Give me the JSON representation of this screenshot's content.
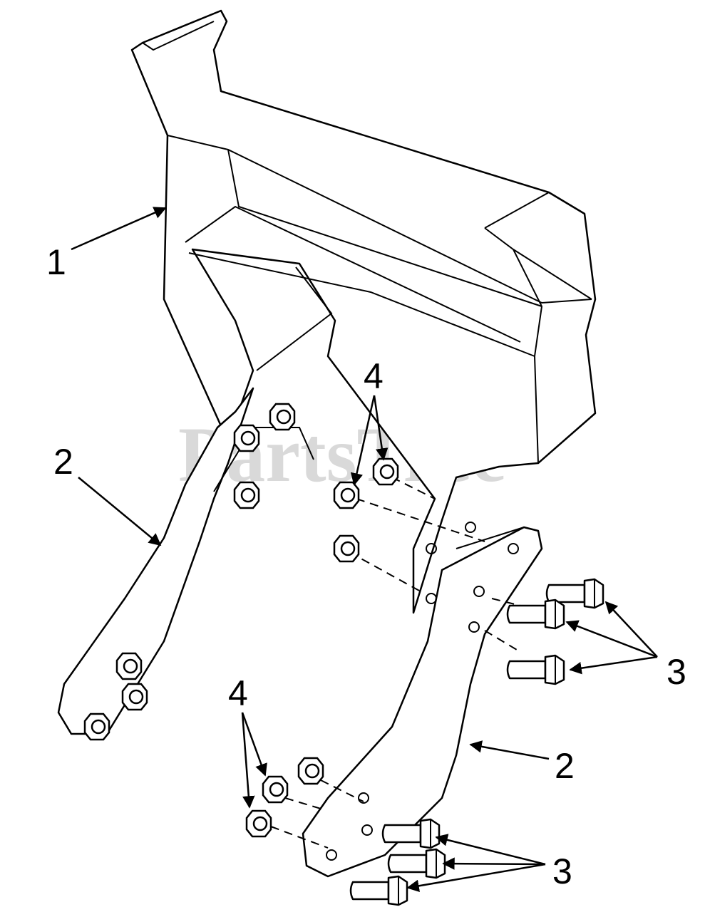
{
  "watermark": "PartsTree",
  "callouts": {
    "part_1": "1",
    "part_2_left": "2",
    "part_2_right": "2",
    "part_3_upper": "3",
    "part_3_lower": "3",
    "part_4_upper": "4",
    "part_4_lower": "4"
  }
}
